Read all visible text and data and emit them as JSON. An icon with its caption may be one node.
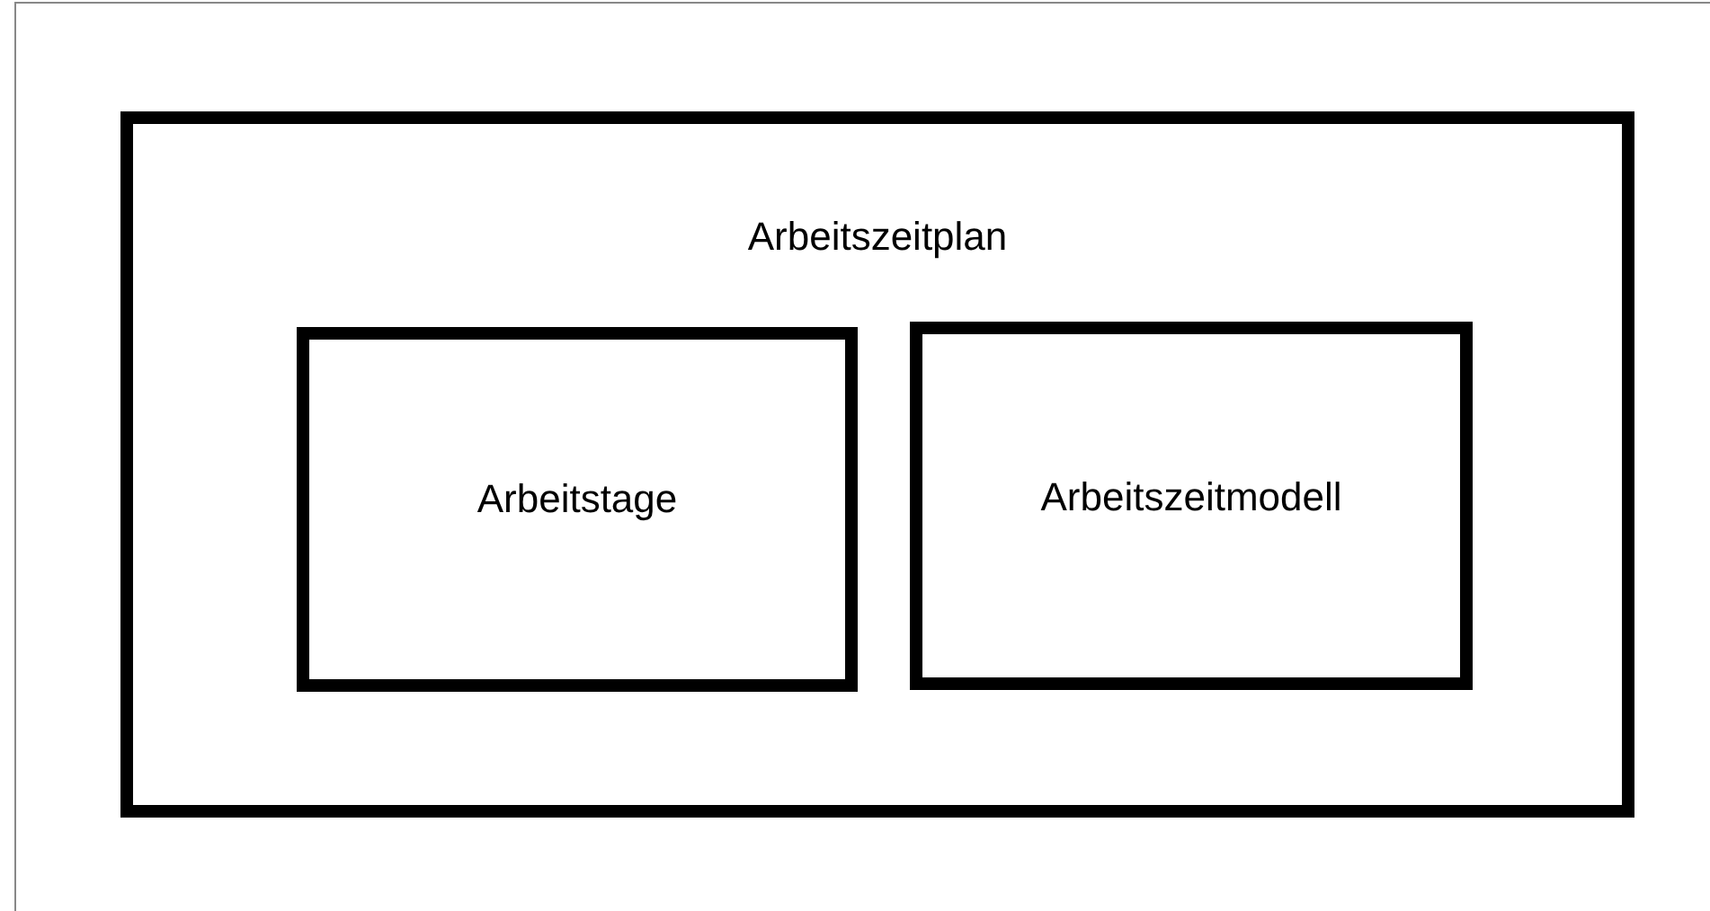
{
  "diagram": {
    "nodes": [
      {
        "text": [
          "Arbeitszeitplan"
        ]
      },
      {
        "text": [
          "Arbeitstage"
        ],
        "in": 0
      },
      {
        "text": [
          "Arbeitszeitmodell"
        ],
        "in": 0
      }
    ]
  }
}
